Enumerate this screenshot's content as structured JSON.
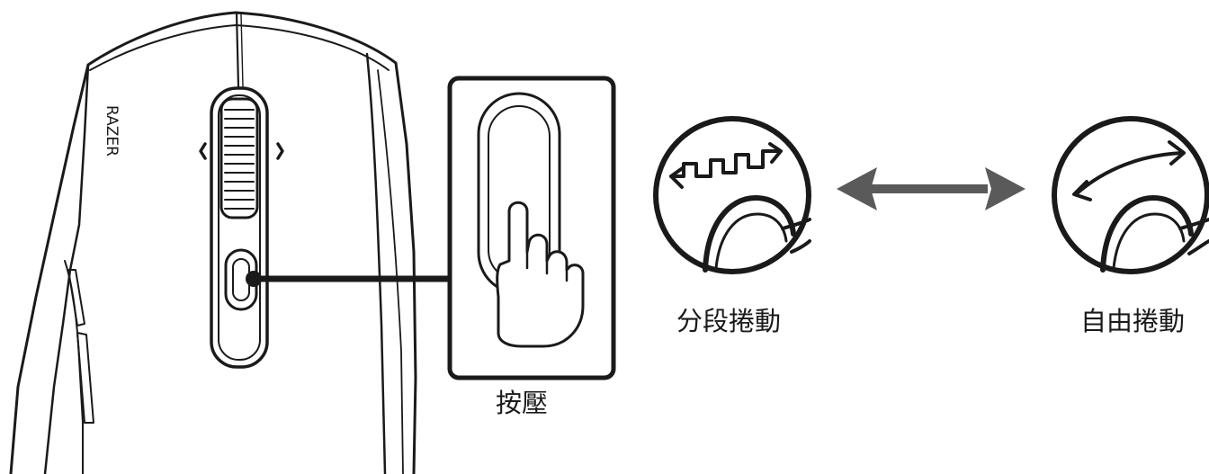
{
  "brand": {
    "logo_text": "RAZER"
  },
  "labels": {
    "press": "按壓",
    "tactile_scroll": "分段捲動",
    "free_scroll": "自由捲動"
  }
}
